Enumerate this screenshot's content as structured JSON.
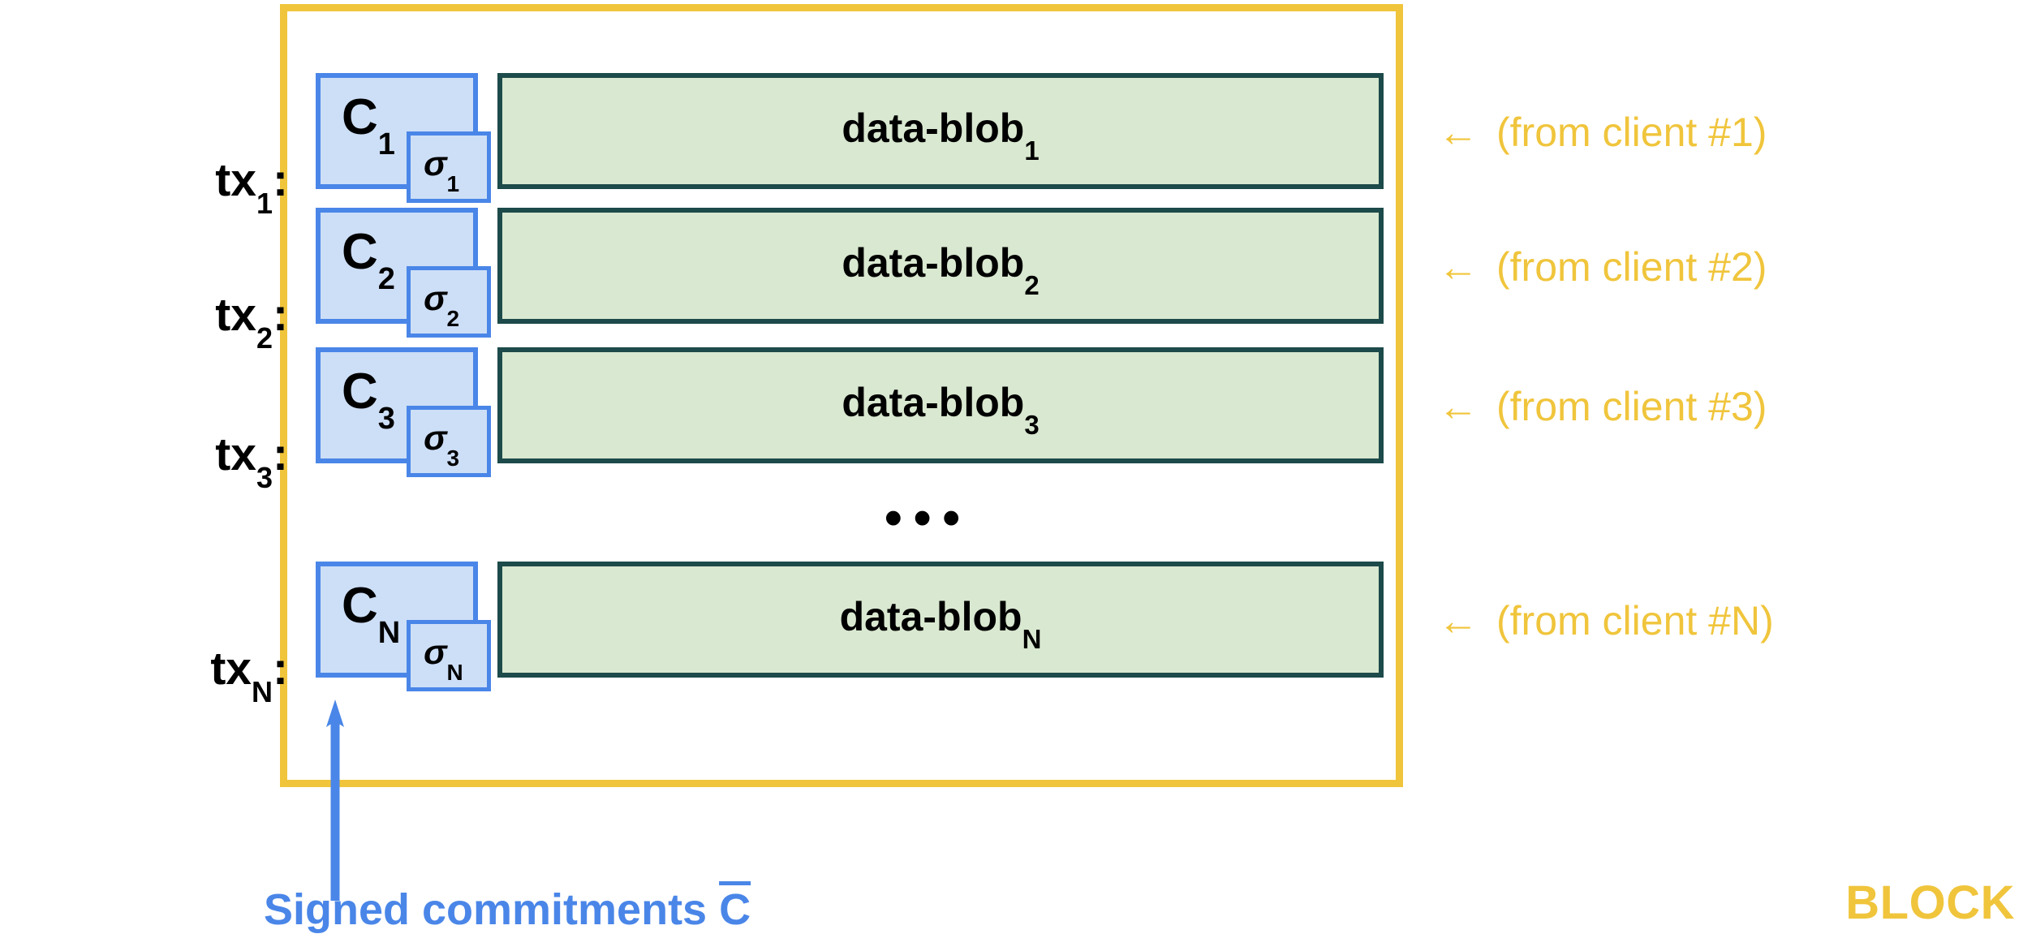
{
  "diagram": {
    "title": "BLOCK",
    "block_label": "BLOCK",
    "ellipsis": "•••",
    "caption": {
      "prefix": "Signed commitments ",
      "symbol": "C"
    },
    "colors": {
      "block_border": "#f0c53c",
      "block_label": "#f0c53c",
      "commitment_fill": "#cddff7",
      "commitment_border": "#4a86e8",
      "blob_fill": "#d9e8d0",
      "blob_border": "#1d4a4a",
      "annotation": "#f0c53c",
      "caption": "#4a86e8",
      "arrow": "#4a86e8",
      "text": "#000000",
      "background": "#ffffff"
    },
    "rows": [
      {
        "tx_prefix": "tx",
        "tx_sub": "1",
        "tx_suffix": ":",
        "commitment": "C",
        "commitment_sub": "1",
        "sigma": "σ",
        "sigma_sub": "1",
        "blob": "data-blob",
        "blob_sub": "1",
        "note_arrow": "←",
        "note": "(from client #1)"
      },
      {
        "tx_prefix": "tx",
        "tx_sub": "2",
        "tx_suffix": ":",
        "commitment": "C",
        "commitment_sub": "2",
        "sigma": "σ",
        "sigma_sub": "2",
        "blob": "data-blob",
        "blob_sub": "2",
        "note_arrow": "←",
        "note": "(from client #2)"
      },
      {
        "tx_prefix": "tx",
        "tx_sub": "3",
        "tx_suffix": ":",
        "commitment": "C",
        "commitment_sub": "3",
        "sigma": "σ",
        "sigma_sub": "3",
        "blob": "data-blob",
        "blob_sub": "3",
        "note_arrow": "←",
        "note": "(from client #3)"
      },
      {
        "tx_prefix": "tx",
        "tx_sub": "N",
        "tx_suffix": ":",
        "commitment": "C",
        "commitment_sub": "N",
        "sigma": "σ",
        "sigma_sub": "N",
        "blob": "data-blob",
        "blob_sub": "N",
        "note_arrow": "←",
        "note": "(from client #N)"
      }
    ]
  }
}
